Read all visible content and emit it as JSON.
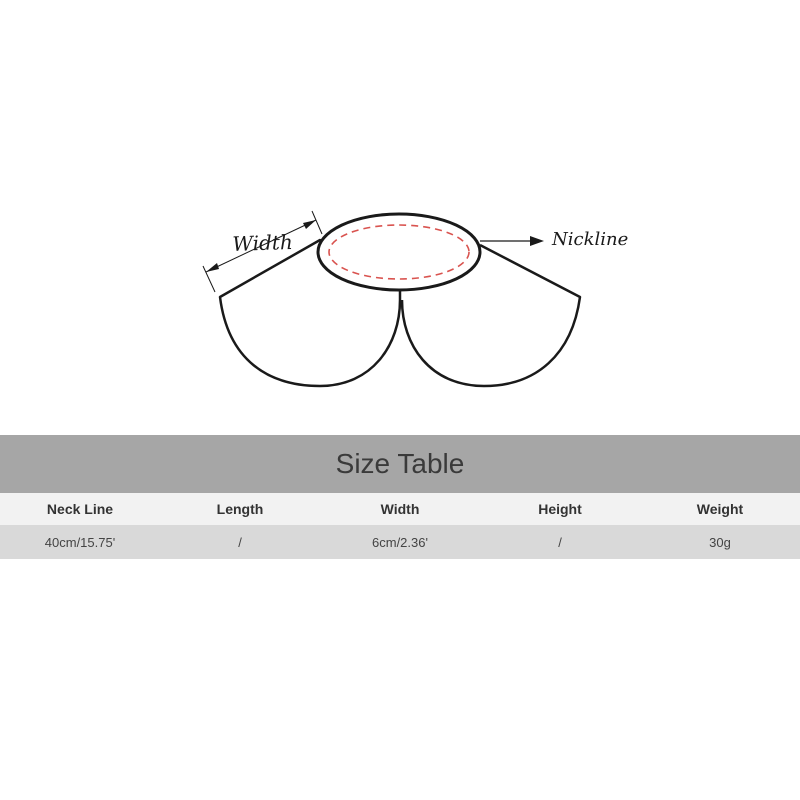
{
  "diagram": {
    "width_label": "Width",
    "neckline_label": "Nickline",
    "colors": {
      "outline": "#1a1a1a",
      "dashed_neckline": "#d9534f"
    }
  },
  "size_table": {
    "title": "Size Table",
    "columns": [
      "Neck Line",
      "Length",
      "Width",
      "Height",
      "Weight"
    ],
    "values": [
      "40cm/15.75'",
      "/",
      "6cm/2.36'",
      "/",
      "30g"
    ],
    "colors": {
      "title_background": "#a6a6a6",
      "header_background": "#f2f2f2",
      "values_background": "#d9d9d9"
    }
  }
}
